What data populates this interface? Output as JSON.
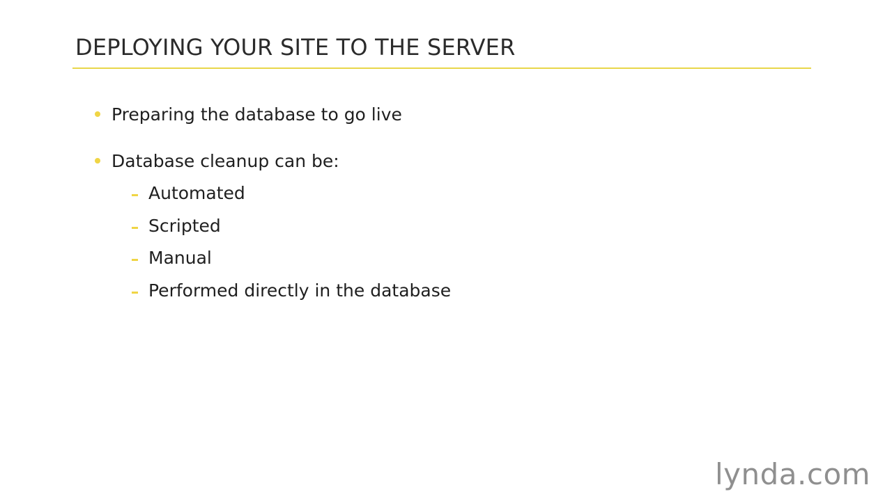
{
  "slide": {
    "title": "DEPLOYING YOUR SITE TO THE SERVER",
    "bullets": [
      {
        "text": "Preparing the database to go live"
      },
      {
        "text": "Database cleanup can be:"
      }
    ],
    "sub_bullets": [
      {
        "text": "Automated"
      },
      {
        "text": "Scripted"
      },
      {
        "text": "Manual"
      },
      {
        "text": "Performed directly in the database"
      }
    ],
    "logo_text": "lynda.com"
  },
  "colors": {
    "accent": "#f0d545",
    "rule": "#e8d64a",
    "title_text": "#2b2b2b",
    "body_text": "#1f1f1f",
    "logo": "#8f8f8f",
    "background": "#ffffff"
  }
}
